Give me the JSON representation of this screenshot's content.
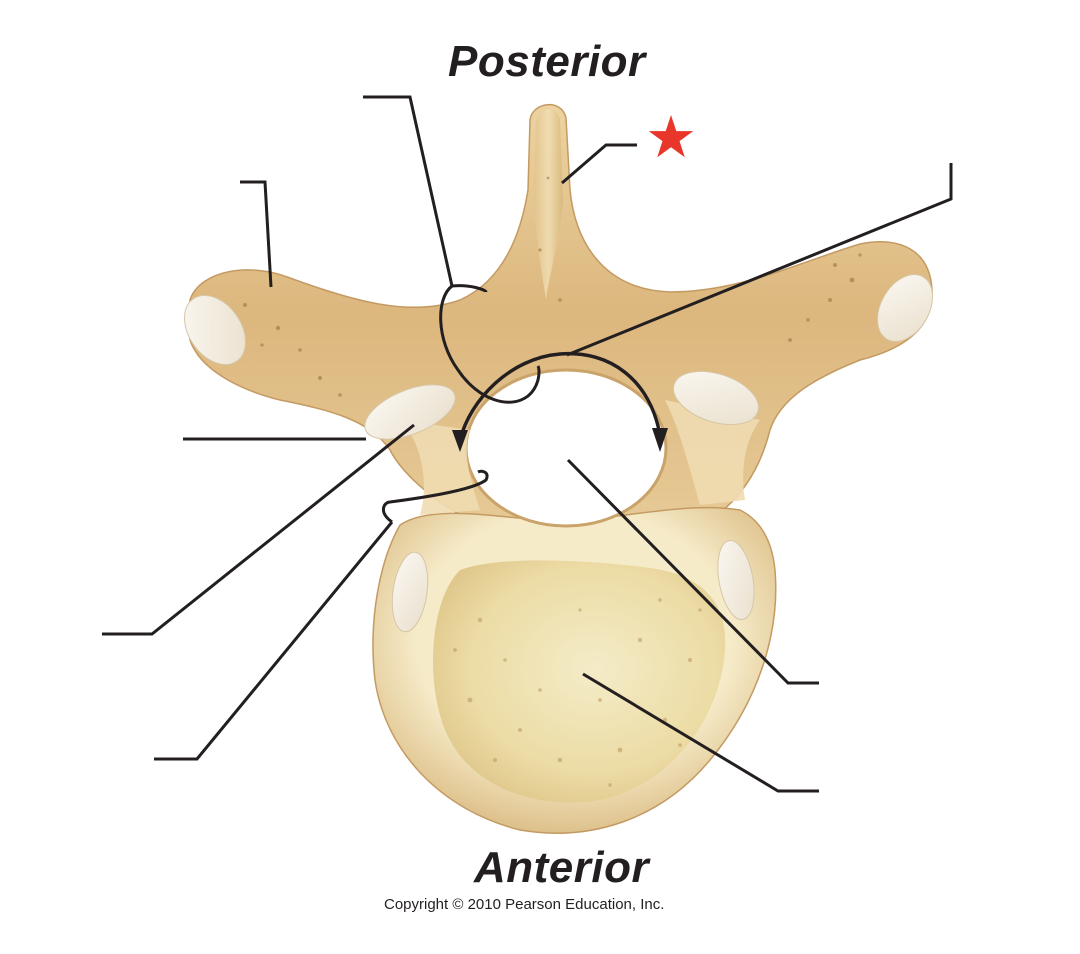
{
  "diagram": {
    "subject": "Thoracic vertebra, superior view",
    "orientation": {
      "top": "Posterior",
      "bottom": "Anterior"
    },
    "copyright": "Copyright © 2010 Pearson Education, Inc.",
    "marker": {
      "symbol": "★",
      "color": "#e8372a",
      "points_to": "spinous process"
    },
    "colors": {
      "bone_light": "#f3e2b8",
      "bone_mid": "#dfbf87",
      "bone_dark": "#b98a4f",
      "cartilage": "#f4efe6",
      "body_cancellous": "#efe3b0",
      "leader_line": "#231f20",
      "background": "#ffffff"
    },
    "leader_lines": [
      {
        "id": "spinous-process",
        "label": ""
      },
      {
        "id": "lamina",
        "label": ""
      },
      {
        "id": "transverse-process-left",
        "label": ""
      },
      {
        "id": "transverse-process-right",
        "label": ""
      },
      {
        "id": "superior-articular-facet",
        "label": ""
      },
      {
        "id": "superior-articular-process",
        "label": ""
      },
      {
        "id": "pedicle",
        "label": ""
      },
      {
        "id": "vertebral-foramen",
        "label": ""
      },
      {
        "id": "vertebral-body",
        "label": ""
      },
      {
        "id": "vertebral-arch",
        "label": ""
      }
    ]
  }
}
